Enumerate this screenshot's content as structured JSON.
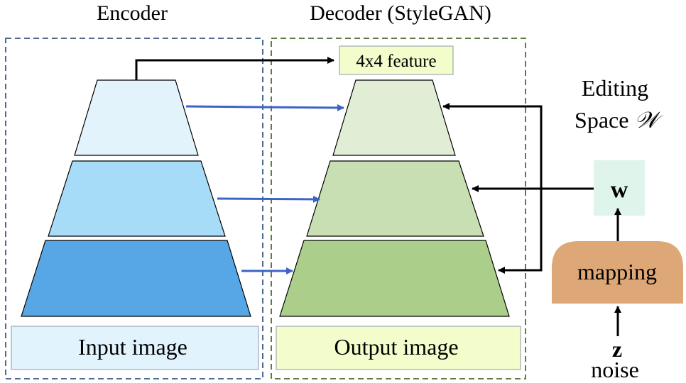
{
  "encoder": {
    "title": "Encoder",
    "input_label": "Input image"
  },
  "decoder": {
    "title": "Decoder (StyleGAN)",
    "output_label": "Output image",
    "feature_label": "4x4 feature"
  },
  "editing_space": {
    "line1": "Editing",
    "line2_prefix": "Space ",
    "symbol": "𝒲"
  },
  "w_label": "w",
  "mapping_label": "mapping",
  "z_label": "z",
  "noise_label": "noise",
  "colors": {
    "encoder_top": "#e3f3fc",
    "encoder_mid": "#a6dcf8",
    "encoder_bottom": "#57a7e6",
    "decoder_top": "#e2edd6",
    "decoder_mid": "#c7dfb3",
    "decoder_bottom": "#abcf8a",
    "input_box": "#e1f3fc",
    "output_box": "#f3fccb",
    "feature_box": "#f3fccb",
    "w_box": "#dff4ea",
    "mapping": "#dea777",
    "encoder_border": "#4e6a8f",
    "decoder_border": "#5f7a43",
    "skip_arrow": "#3c63c7"
  }
}
